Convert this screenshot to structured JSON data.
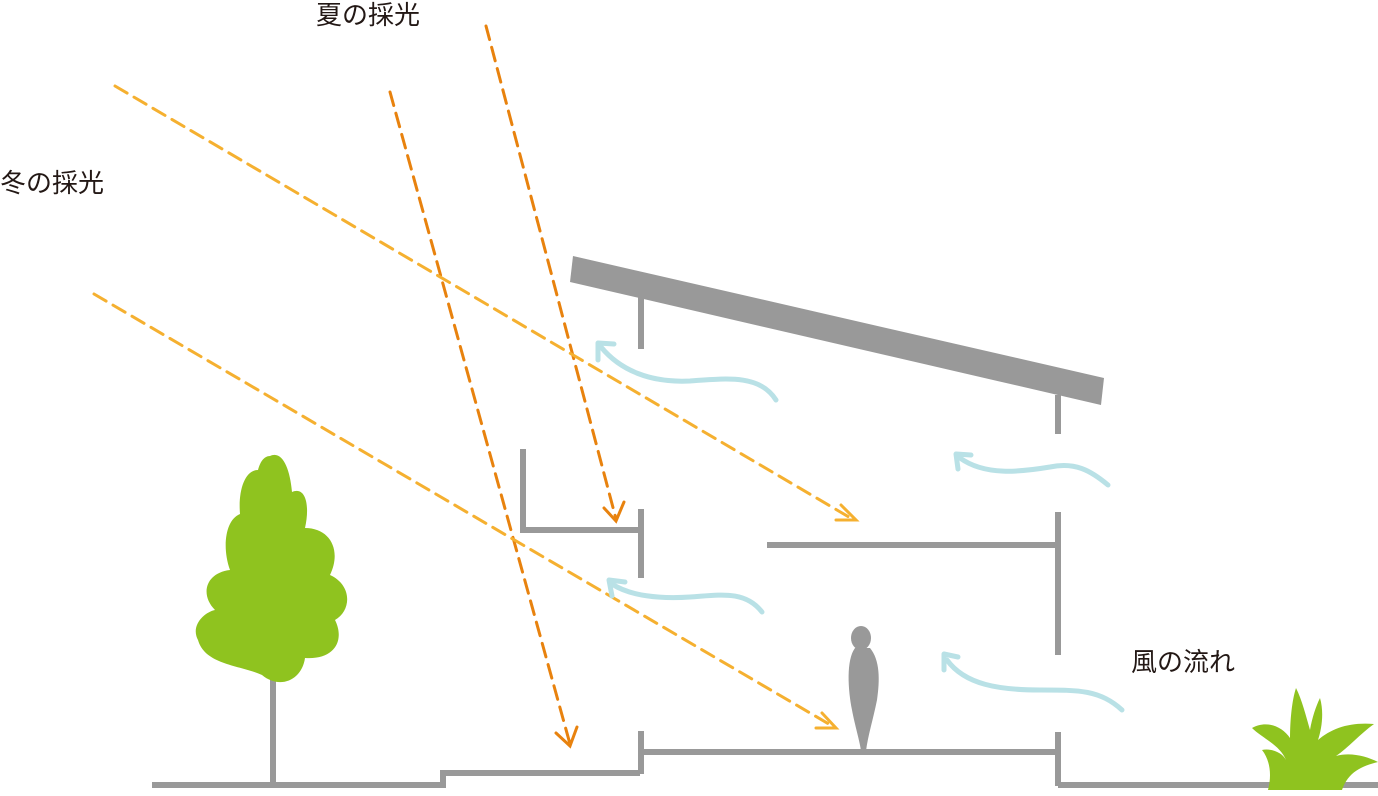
{
  "labels": {
    "summer_light": "夏の採光",
    "winter_light": "冬の採光",
    "wind_flow": "風の流れ"
  },
  "colors": {
    "summer_arrow": "#E8820E",
    "winter_arrow": "#F5B030",
    "wind_arrow": "#B9E1E6",
    "structure": "#999999",
    "tree": "#8FC31F",
    "text": "#231815"
  },
  "icons": {
    "tree": "tree-icon",
    "shrub": "shrub-icon",
    "person": "person-silhouette-icon"
  }
}
